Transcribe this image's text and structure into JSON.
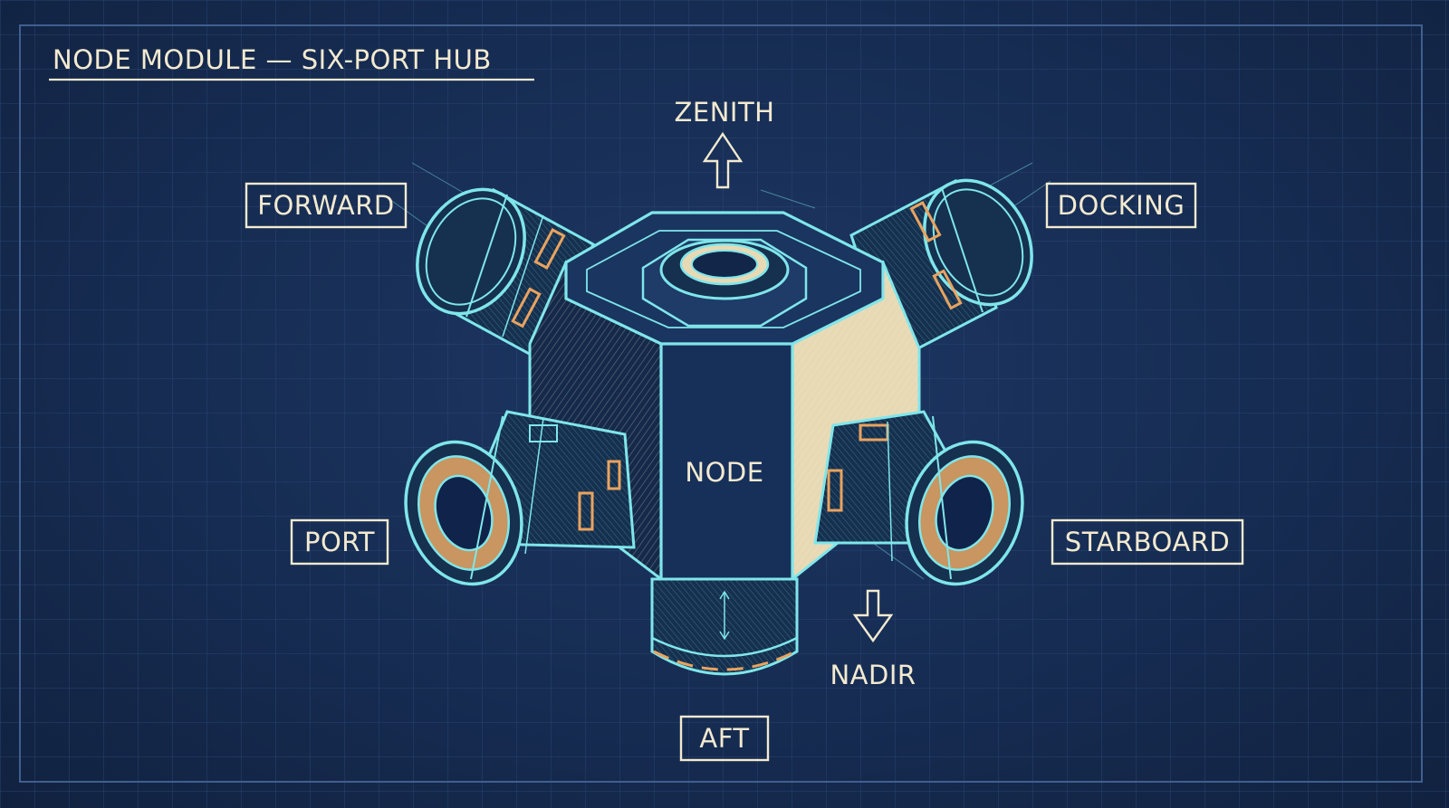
{
  "title": "NODE MODULE — SIX-PORT HUB",
  "center_label": "NODE",
  "ports": {
    "zenith": "ZENITH",
    "nadir": "NADIR",
    "forward": "FORWARD",
    "docking": "DOCKING",
    "port": "PORT",
    "starboard": "STARBOARD",
    "aft": "AFT"
  },
  "colors": {
    "background": "#162c52",
    "grid": "#2b4672",
    "linework": "#7fe6ea",
    "accent": "#e9a35f",
    "label": "#f3ead0"
  }
}
